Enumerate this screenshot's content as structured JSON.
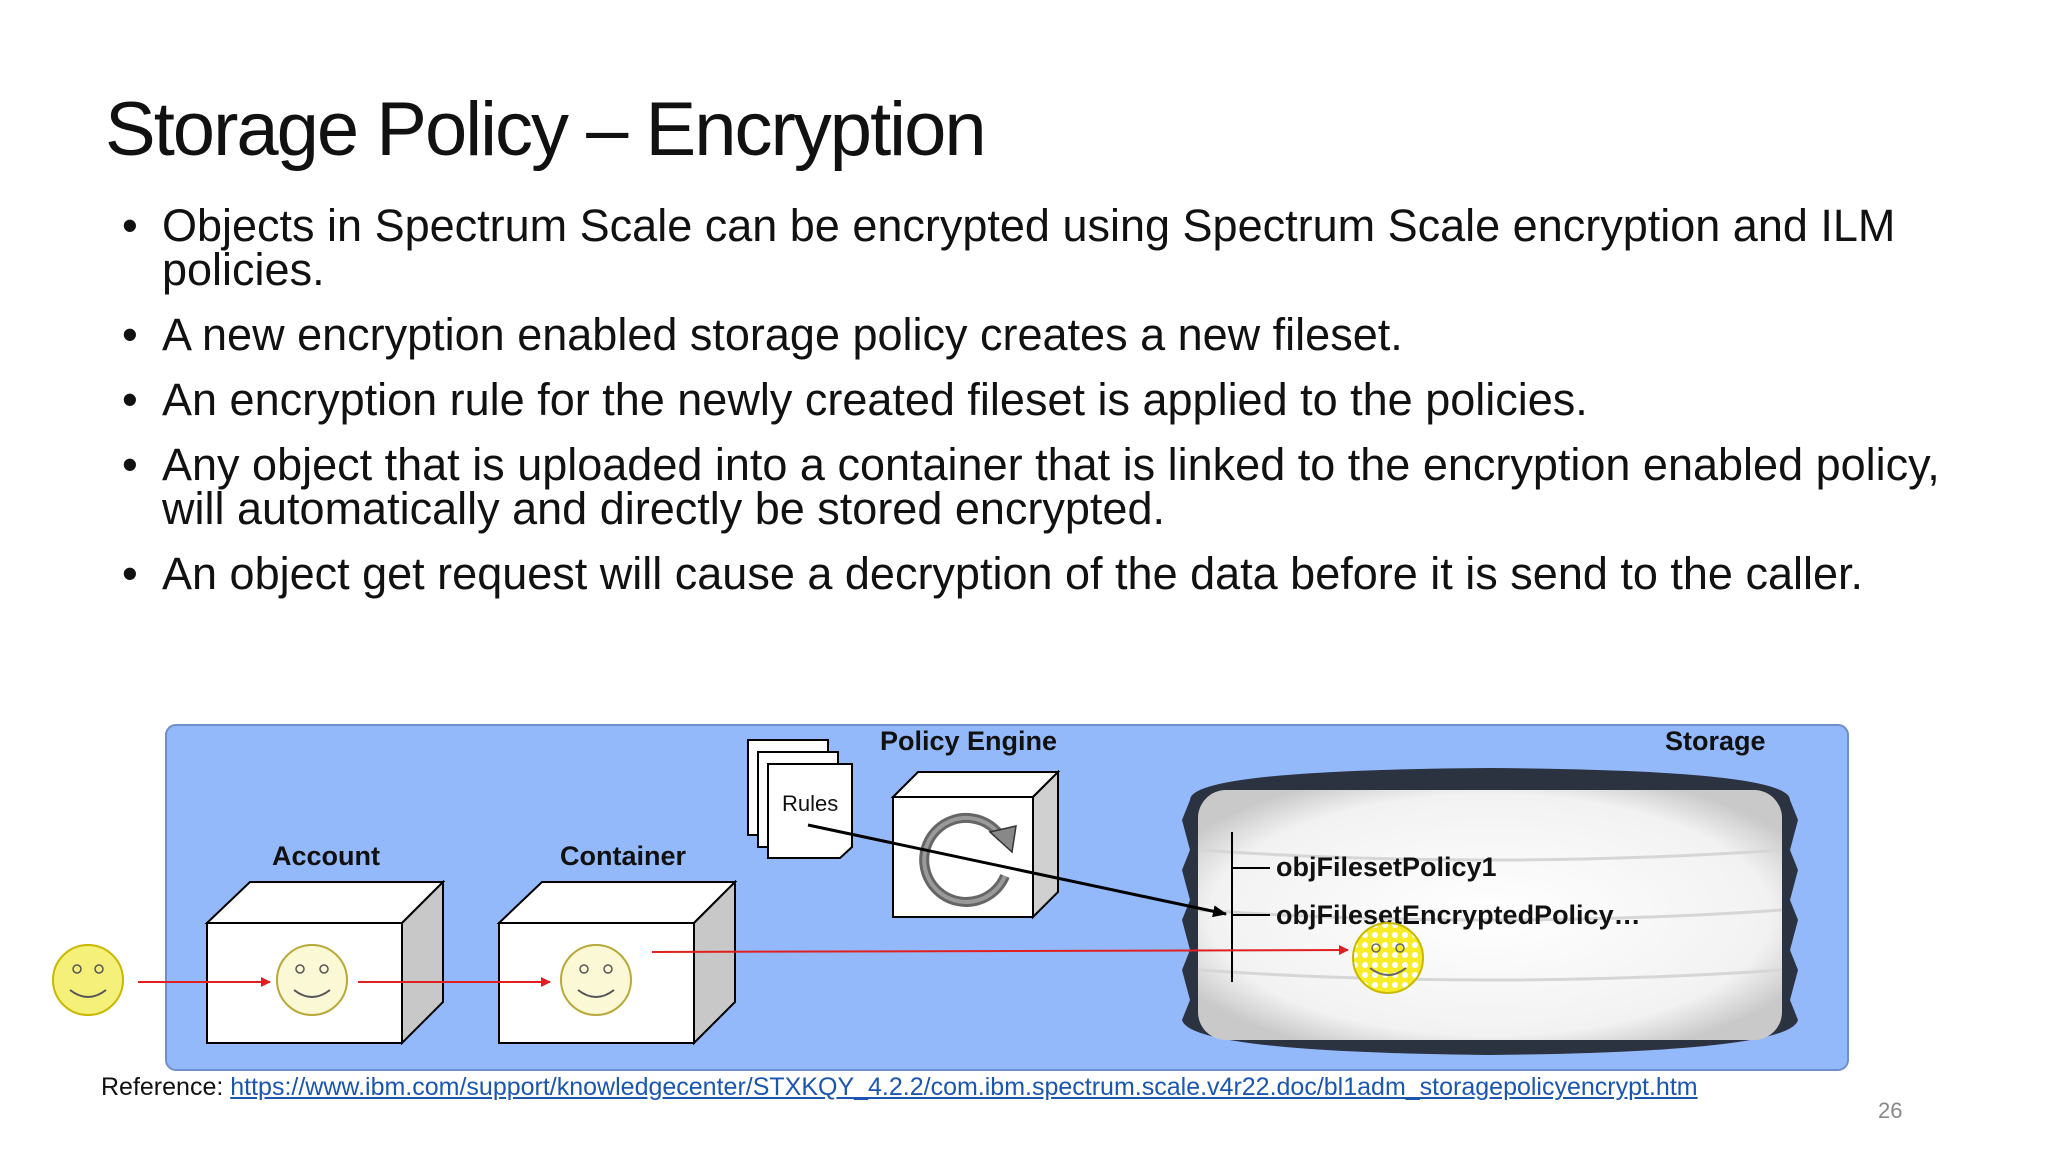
{
  "slide": {
    "title": "Storage Policy – Encryption",
    "bullets": [
      "Objects in Spectrum Scale can be encrypted using Spectrum Scale encryption and ILM policies.",
      "A new encryption enabled storage policy creates a new fileset.",
      "An encryption rule for the newly created fileset is applied to the policies.",
      "Any object that is uploaded into a container that is linked to the encryption enabled policy, will automatically and directly be stored encrypted.",
      "An object get request will cause a decryption of the data before it is send to the caller."
    ],
    "page_number": "26"
  },
  "diagram": {
    "account_label": "Account",
    "container_label": "Container",
    "policy_engine_label": "Policy Engine",
    "rules_label": "Rules",
    "storage_label": "Storage",
    "fileset_1": "objFilesetPolicy1",
    "fileset_2": "objFilesetEncryptedPolicy…",
    "colors": {
      "panel_fill": "#94b9fb",
      "panel_border": "#6f8fc7",
      "flow_arrow": "#e02020",
      "rule_arrow": "#000000",
      "face_fill": "#f5f07a",
      "face_inner_fill": "#fbf8d6",
      "encrypted_face_fill": "#f7ec2a"
    }
  },
  "reference": {
    "label": "Reference:",
    "url": "https://www.ibm.com/support/knowledgecenter/STXKQY_4.2.2/com.ibm.spectrum.scale.v4r22.doc/bl1adm_storagepolicyencrypt.htm"
  }
}
